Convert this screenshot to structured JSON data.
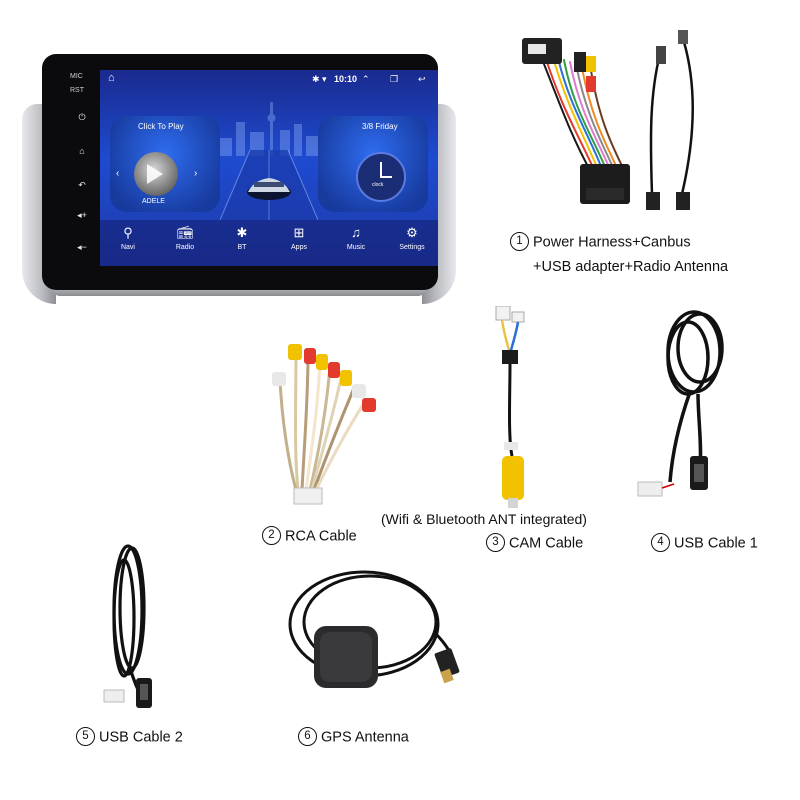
{
  "head_unit": {
    "side_buttons": [
      "MIC",
      "RST"
    ],
    "status_time": "10:10",
    "screen": {
      "left_card_label": "Click To Play",
      "album_text": "ADELE",
      "right_card_label": "3/8 Friday",
      "clock_label": "clock",
      "dock": [
        {
          "label": "Navi",
          "icon": "location-pin-icon"
        },
        {
          "label": "Radio",
          "icon": "radio-icon"
        },
        {
          "label": "BT",
          "icon": "bluetooth-icon"
        },
        {
          "label": "Apps",
          "icon": "apps-grid-icon"
        },
        {
          "label": "Music",
          "icon": "music-note-icon"
        },
        {
          "label": "Settings",
          "icon": "gear-icon"
        }
      ]
    }
  },
  "items": [
    {
      "num": "1",
      "line1": "Power Harness+Canbus",
      "line2": "+USB adapter+Radio Antenna"
    },
    {
      "num": "2",
      "label": "RCA Cable"
    },
    {
      "note": "(Wifi & Bluetooth ANT integrated)"
    },
    {
      "num": "3",
      "label": "CAM Cable"
    },
    {
      "num": "4",
      "label": "USB Cable 1"
    },
    {
      "num": "5",
      "label": "USB Cable 2"
    },
    {
      "num": "6",
      "label": "GPS Antenna"
    }
  ]
}
